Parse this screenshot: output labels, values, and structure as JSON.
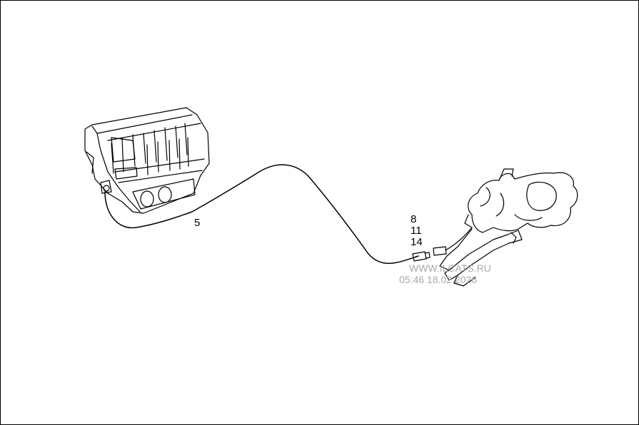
{
  "callouts": {
    "cable": "5",
    "connector_a": "8",
    "connector_b": "11",
    "connector_c": "14"
  },
  "watermark": {
    "site": "WWW.ILCATS.RU",
    "timestamp": "05:46 18.02.2026"
  },
  "colors": {
    "line": "#000000",
    "watermark": "#a9a9a9",
    "background": "#ffffff"
  }
}
